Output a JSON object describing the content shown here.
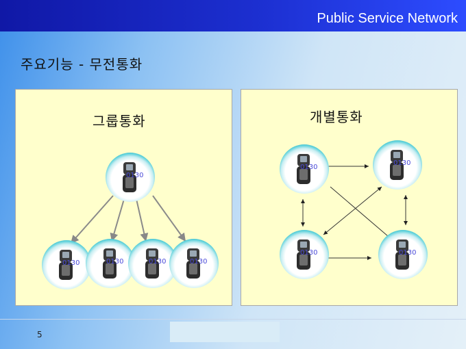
{
  "header": {
    "title": "Public Service Network"
  },
  "slide": {
    "subtitle": "주요기능 - 무전통화",
    "page_number": "5"
  },
  "group_call": {
    "title": "그룹통화",
    "nodes": [
      {
        "id": "g-top",
        "label": "0130"
      },
      {
        "id": "g-1",
        "label": "0130"
      },
      {
        "id": "g-2",
        "label": "0130"
      },
      {
        "id": "g-3",
        "label": "0130"
      },
      {
        "id": "g-4",
        "label": "0130"
      }
    ]
  },
  "individual_call": {
    "title": "개별통화",
    "nodes": [
      {
        "id": "i-tl",
        "label": "0130"
      },
      {
        "id": "i-tr",
        "label": "0130"
      },
      {
        "id": "i-bl",
        "label": "0130"
      },
      {
        "id": "i-br",
        "label": "0130"
      }
    ]
  },
  "colors": {
    "header": "#1c2fd0",
    "panel": "#ffffcc",
    "node_label": "#4a4ad8"
  }
}
